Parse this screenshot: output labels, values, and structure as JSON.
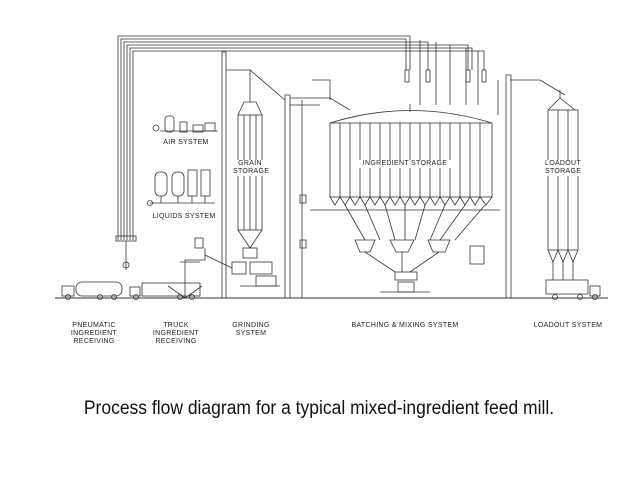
{
  "diagram": {
    "labels": {
      "air_system": "AIR SYSTEM",
      "liquids_system": "LIQUIDS SYSTEM",
      "grain_storage": "GRAIN\nSTORAGE",
      "ingredient_storage": "INGREDIENT STORAGE",
      "loadout_storage": "LOADOUT\nSTORAGE",
      "pneumatic_receiving": "PNEUMATIC\nINGREDIENT\nRECEIVING",
      "truck_receiving": "TRUCK\nINGREDIENT\nRECEIVING",
      "grinding_system": "GRINDING\nSYSTEM",
      "batching_mixing_system": "BATCHING & MIXING SYSTEM",
      "loadout_system": "LOADOUT SYSTEM"
    },
    "caption": "Process flow diagram for a typical mixed-ingredient feed mill."
  },
  "colors": {
    "line": "#333333",
    "background": "#ffffff",
    "text": "#111111"
  }
}
